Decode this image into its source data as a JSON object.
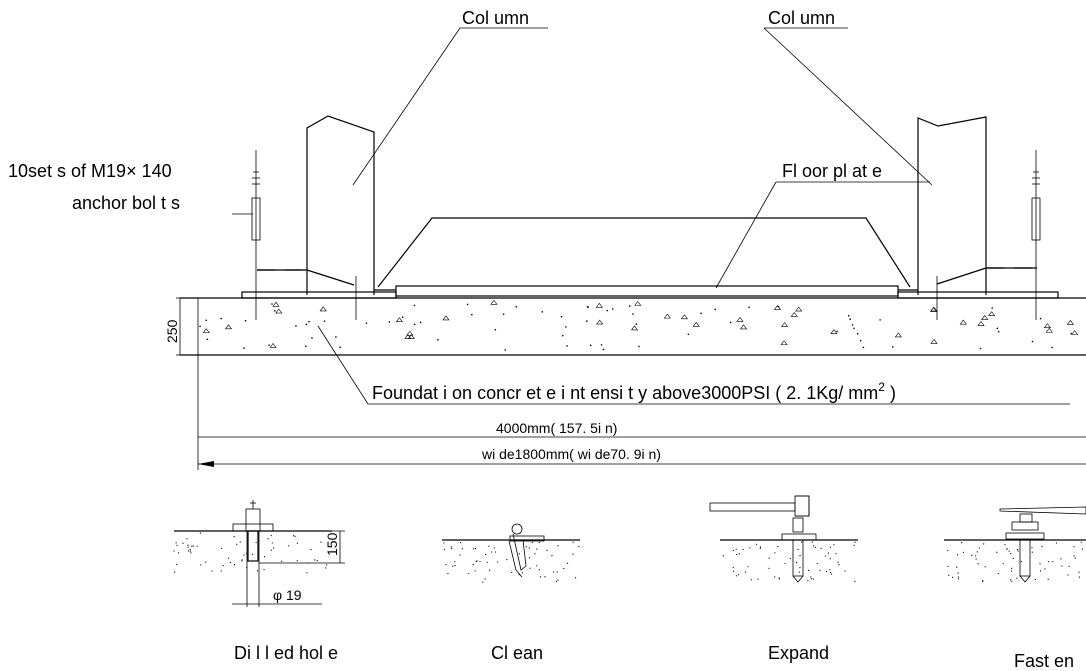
{
  "labels": {
    "column_left": "Col umn",
    "column_right": "Col umn",
    "anchor_line1": "10set s  of  M19× 140",
    "anchor_line2": "anchor  bol t s",
    "floor_plate": "Fl oor  pl at e",
    "foundation": "Foundat i on  concr et e  i nt ensi t y  above3000PSI ( 2. 1Kg/ mm",
    "foundation_sup": "2",
    "foundation_close": " )",
    "thickness": "250",
    "length_dim": "4000mm( 157. 5i n)",
    "width_dim": "wi de1800mm( wi de70. 9i n)",
    "hole_depth": "150",
    "hole_dia": "φ 19"
  },
  "steps": [
    {
      "label": "Di l l ed  hol e"
    },
    {
      "label": "Cl ean"
    },
    {
      "label": "Expand"
    },
    {
      "label": "Fast en"
    }
  ]
}
